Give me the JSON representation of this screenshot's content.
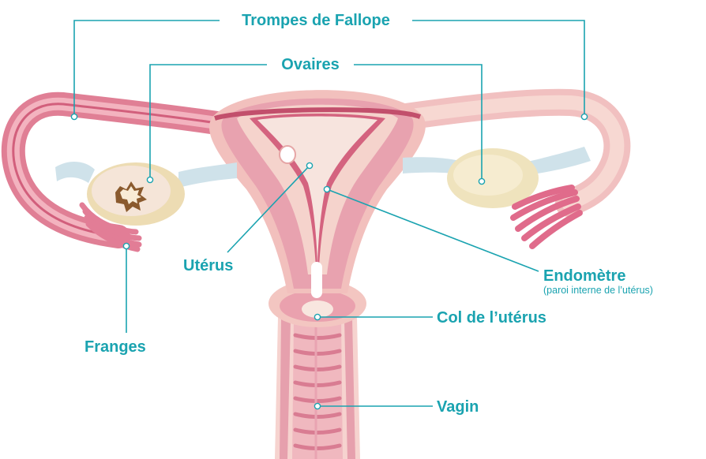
{
  "colors": {
    "label": "#1aa3b0",
    "leader": "#1aa3b0",
    "tissue_pink": "#e88aa0",
    "tissue_dark": "#c9506e",
    "tissue_light": "#f4c7c6",
    "tissue_pale": "#f7ddd2",
    "ovary": "#efe0b8",
    "ligament": "#d9e8ee",
    "background": "#ffffff"
  },
  "labels": {
    "fallopian_tubes": "Trompes de Fallope",
    "ovaries": "Ovaires",
    "uterus": "Utérus",
    "endometrium": "Endomètre",
    "endometrium_note": "(paroi interne de l’utérus)",
    "cervix": "Col de l’utérus",
    "vagina": "Vagin",
    "fimbriae": "Franges"
  }
}
